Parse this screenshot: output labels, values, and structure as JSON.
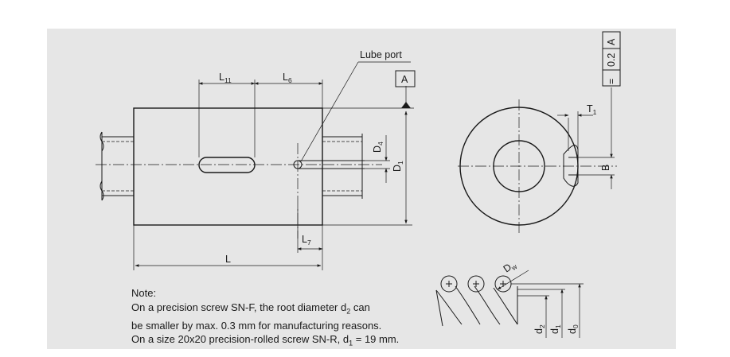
{
  "labels": {
    "lube_port": "Lube port",
    "datum_a": "A",
    "l11": "L",
    "l11_sub": "11",
    "l6": "L",
    "l6_sub": "6",
    "l7": "L",
    "l7_sub": "7",
    "l": "L",
    "d4": "D",
    "d4_sub": "4",
    "d1": "D",
    "d1_sub": "1",
    "t1": "T",
    "t1_sub": "1",
    "b": "B",
    "tol_symbol": "=",
    "tol_value": "0.2",
    "tol_datum": "A",
    "dw": "D",
    "dw_sub": "w",
    "d2": "d",
    "d2_sub": "2",
    "d1_small": "d",
    "d1_small_sub": "1",
    "d0": "d",
    "d0_sub": "0"
  },
  "note": {
    "title": "Note:",
    "line1_a": "On a precision screw SN-F, the root diameter d",
    "line1_sub": "2",
    "line1_b": " can",
    "line2": "be smaller by max. 0.3 mm for manufacturing reasons.",
    "line3_a": "On a size 20x20 precision-rolled screw SN-R, d",
    "line3_sub": "1",
    "line3_b": " = 19 mm."
  },
  "colors": {
    "panel": "#e6e6e6",
    "ink": "#1a1a1a",
    "background": "#ffffff"
  }
}
